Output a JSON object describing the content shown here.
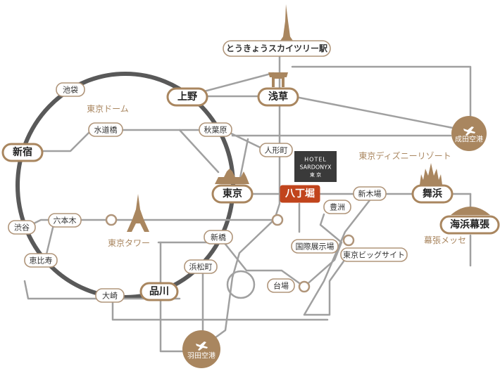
{
  "skytree_station": "とうきょうスカイツリー駅",
  "stations": {
    "ikebukuro": "池袋",
    "suidobashi": "水道橋",
    "akihabara": "秋葉原",
    "ningyocho": "人形町",
    "shibuya": "渋谷",
    "ebisu": "恵比寿",
    "roppongi": "六本木",
    "shinbashi": "新橋",
    "hamamatsucho": "浜松町",
    "osaki": "大崎",
    "toyosu": "豊洲",
    "shinkiba": "新木場",
    "kokusai_tenjijo": "国際展示場",
    "tokyo_big_sight": "東京ビッグサイト",
    "daiba": "台場"
  },
  "major_stations": {
    "ueno": "上野",
    "asakusa": "浅草",
    "shinjuku": "新宿",
    "tokyo": "東京",
    "shinagawa": "品川",
    "maihama": "舞浜",
    "kaihin_makuhari": "海浜幕張"
  },
  "hotel_station": "八丁堀",
  "hotel": {
    "line1": "HOTEL",
    "line2": "SARDONYX",
    "line3": "東 京"
  },
  "landmarks": {
    "tokyo_dome": "東京ドーム",
    "tokyo_tower": "東京タワー",
    "disney_resort": "東京ディズニーリゾート",
    "makuhari_messe": "幕張メッセ"
  },
  "airports": {
    "narita": "成田空港",
    "haneda": "羽田空港"
  },
  "colors": {
    "accent_brown": "#a9865f",
    "hotel_station_red": "#c1441c",
    "loop_line": "#595959",
    "rail_line": "#a0a0a0",
    "hotel_badge": "#3a3a3a"
  }
}
